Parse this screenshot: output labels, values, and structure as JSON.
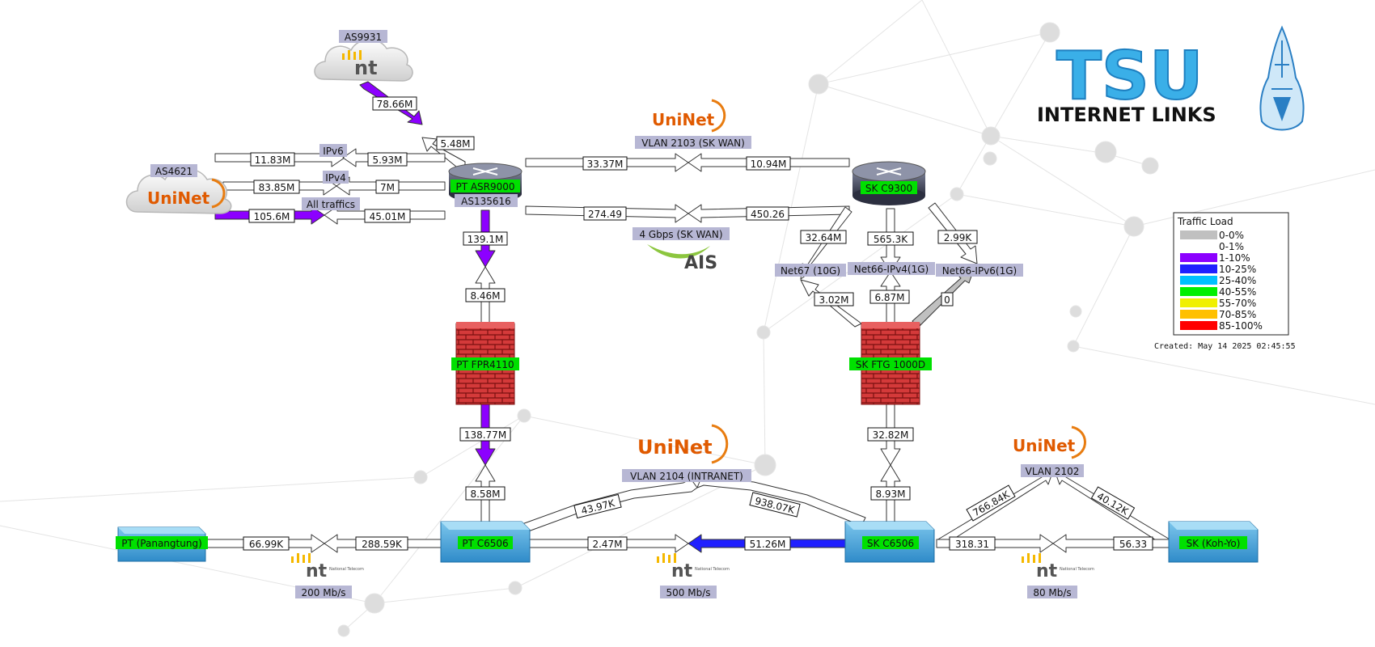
{
  "brand": {
    "title": "TSU",
    "subtitle": "INTERNET LINKS"
  },
  "legend": {
    "title": "Traffic Load",
    "items": [
      {
        "label": "0-0%",
        "color": "#c0c0c0"
      },
      {
        "label": "0-1%",
        "color": "#ffffff"
      },
      {
        "label": "1-10%",
        "color": "#8c00ff"
      },
      {
        "label": "10-25%",
        "color": "#2020ff"
      },
      {
        "label": "25-40%",
        "color": "#00c0ff"
      },
      {
        "label": "40-55%",
        "color": "#00f000"
      },
      {
        "label": "55-70%",
        "color": "#f0f000"
      },
      {
        "label": "70-85%",
        "color": "#ffc000"
      },
      {
        "label": "85-100%",
        "color": "#ff0000"
      }
    ],
    "created": "Created: May 14 2025 02:45:55"
  },
  "nodes": {
    "as9931": "AS9931",
    "as4621": "AS4621",
    "pt_asr9000": "PT ASR9000",
    "as135616": "AS135616",
    "sk_c9300": "SK C9300",
    "pt_fpr4110": "PT FPR4110",
    "sk_ftg": "SK FTG 1000D",
    "pt_c6506": "PT C6506",
    "sk_c6506": "SK C6506",
    "pt_panangtung": "PT (Panangtung)",
    "sk_kohyo": "SK (Koh-Yo)"
  },
  "groups": {
    "ipv6": "IPv6",
    "ipv4": "IPv4",
    "all": "All traffics",
    "vlan2103": "VLAN 2103 (SK WAN)",
    "ais": "4 Gbps (SK WAN)",
    "net67": "Net67 (10G)",
    "net66v4": "Net66-IPv4(1G)",
    "net66v6": "Net66-IPv6(1G)",
    "vlan2104": "VLAN 2104 (INTRANET)",
    "vlan2102": "VLAN 2102",
    "bw200": "200 Mb/s",
    "bw500": "500 Mb/s",
    "bw80": "80 Mb/s"
  },
  "logos": {
    "uninet": "UniNet",
    "nt": "nt",
    "nt_sub": "National Telecom",
    "ais": "AIS"
  },
  "values": {
    "as9931_in": "78.66M",
    "as9931_out": "5.48M",
    "ipv6_in": "11.83M",
    "ipv6_out": "5.93M",
    "ipv4_in": "83.85M",
    "ipv4_out": "7M",
    "all_in": "105.6M",
    "all_out": "45.01M",
    "vlan2103_a": "33.37M",
    "vlan2103_b": "10.94M",
    "ais_a": "274.49",
    "ais_b": "450.26",
    "net67_in": "32.64M",
    "net67_out": "3.02M",
    "net66v4_in": "565.3K",
    "net66v4_out": "6.87M",
    "net66v6_in": "2.99K",
    "net66v6_out": "0",
    "asr_fpr_down": "139.1M",
    "asr_fpr_up": "8.46M",
    "fpr_c6506_down": "138.77M",
    "fpr_c6506_up": "8.58M",
    "ftg_c6506_down": "32.82M",
    "ftg_c6506_up": "8.93M",
    "vlan2104_a": "43.97K",
    "vlan2104_b": "938.07K",
    "pan_a": "66.99K",
    "pan_b": "288.59K",
    "nt500_a": "2.47M",
    "nt500_b": "51.26M",
    "vlan2102_a": "766.84K",
    "vlan2102_b": "40.12K",
    "nt80_a": "318.31",
    "nt80_b": "56.33"
  }
}
